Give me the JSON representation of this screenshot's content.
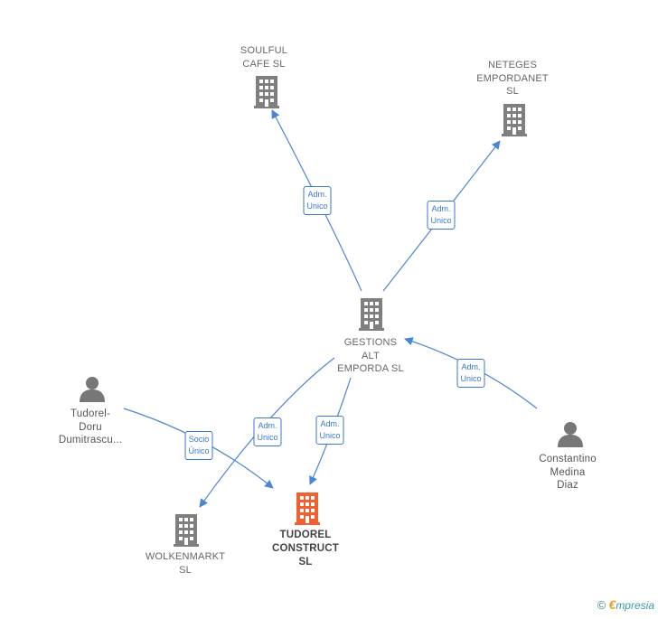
{
  "colors": {
    "edge": "#4a86d6",
    "company": "#7f7f7f",
    "main_company": "#f06030",
    "person": "#777777"
  },
  "nodes": {
    "soulful": {
      "label": "SOULFUL\nCAFE  SL",
      "icon": "building-icon"
    },
    "neteges": {
      "label": "NETEGES\nEMPORDANET\nSL",
      "icon": "building-icon"
    },
    "gestions": {
      "label": "GESTIONS\nALT\nEMPORDA  SL",
      "icon": "building-icon"
    },
    "tudorel_person": {
      "label": "Tudorel-\nDoru\nDumitrascu...",
      "icon": "person-icon"
    },
    "constantino": {
      "label": "Constantino\nMedina\nDiaz",
      "icon": "person-icon"
    },
    "wolkenmarkt": {
      "label": "WOLKENMARKT\nSL",
      "icon": "building-icon"
    },
    "tudorel_construct": {
      "label": "TUDOREL\nCONSTRUCT\nSL",
      "icon": "building-icon"
    }
  },
  "edges": {
    "e1": {
      "label": "Adm.\nUnico"
    },
    "e2": {
      "label": "Adm.\nUnico"
    },
    "e3": {
      "label": "Adm.\nUnico"
    },
    "e4": {
      "label": "Socio\nÚnico"
    },
    "e5": {
      "label": "Adm.\nUnico"
    },
    "e6": {
      "label": "Adm.\nUnico"
    }
  },
  "footer": {
    "copyright": "©",
    "brand_first": "€",
    "brand_rest": "mpresia"
  }
}
